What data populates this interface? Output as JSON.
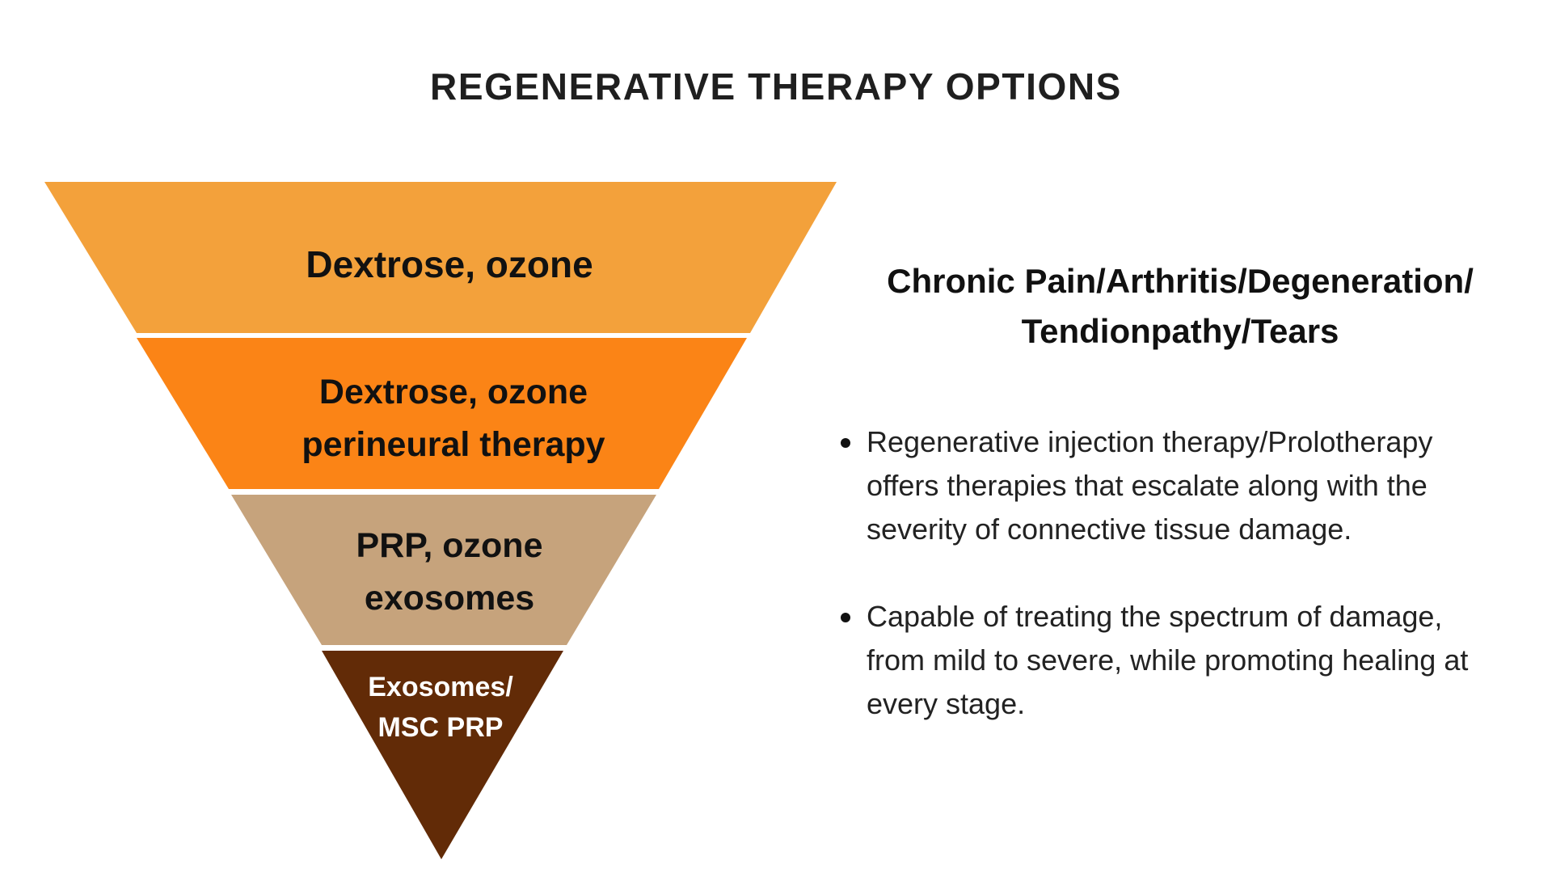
{
  "title": "REGENERATIVE THERAPY OPTIONS",
  "pyramid": {
    "tiers": [
      {
        "lines": [
          "Dextrose, ozone"
        ],
        "color": "#F3A13B",
        "text_color": "#111111"
      },
      {
        "lines": [
          "Dextrose, ozone",
          "perineural therapy"
        ],
        "color": "#FB8416",
        "text_color": "#111111"
      },
      {
        "lines": [
          "PRP, ozone",
          "exosomes"
        ],
        "color": "#C6A37C",
        "text_color": "#111111"
      },
      {
        "lines": [
          "Exosomes/",
          "MSC PRP"
        ],
        "color": "#622B07",
        "text_color": "#FFFFFF"
      }
    ]
  },
  "right_panel": {
    "subtitle_lines": [
      "Chronic Pain/Arthritis/Degeneration/",
      "Tendionpathy/Tears"
    ],
    "bullets": [
      {
        "lines": [
          "Regenerative injection therapy/Prolotherapy",
          "offers therapies that escalate along with the",
          "severity of connective tissue damage."
        ]
      },
      {
        "lines": [
          "Capable of treating the spectrum of damage,",
          "from mild to severe, while promoting healing at",
          "every stage."
        ]
      }
    ]
  }
}
